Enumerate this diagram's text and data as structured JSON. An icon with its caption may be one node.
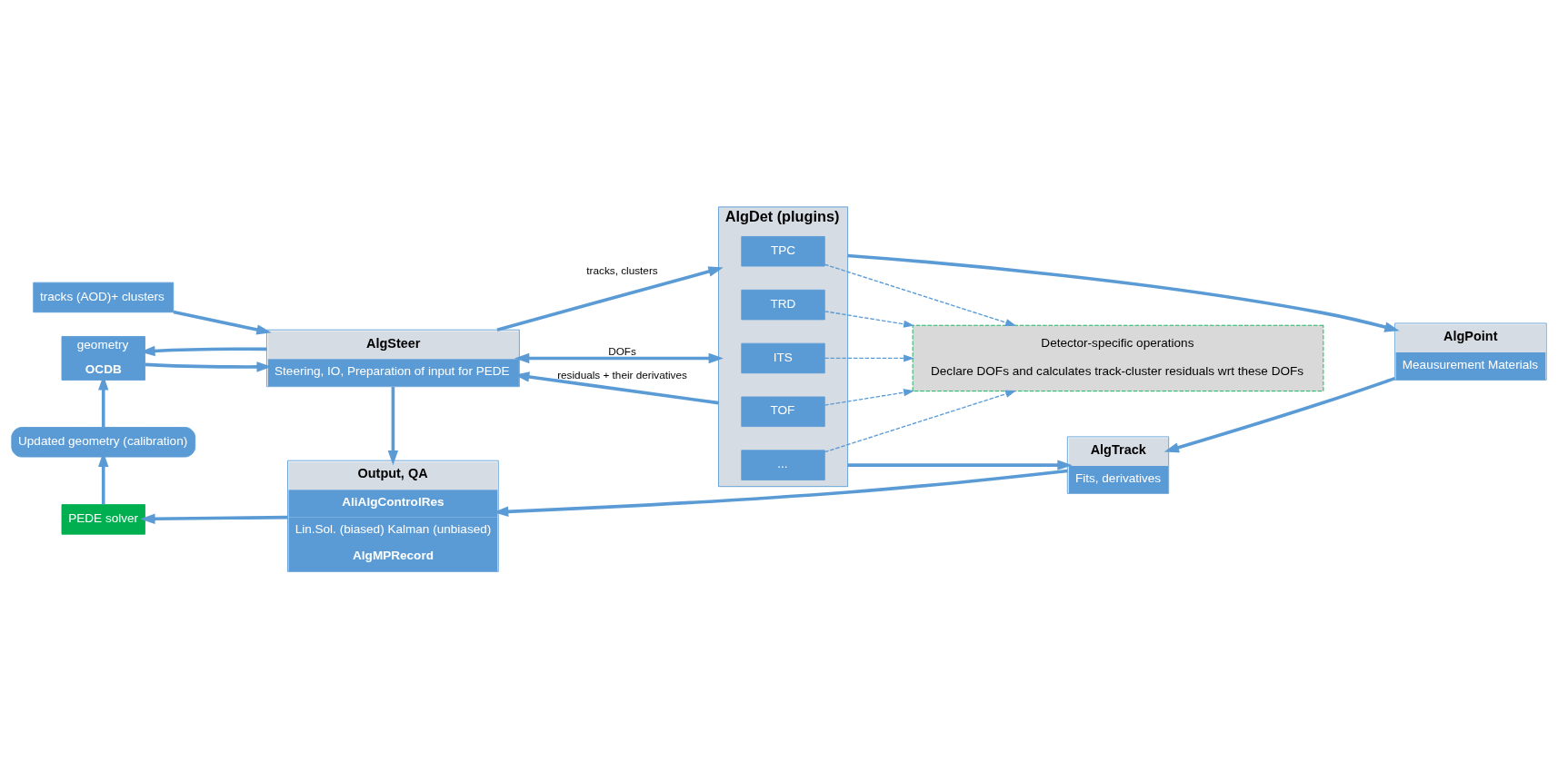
{
  "diagram": {
    "nodes": [
      {
        "text": [
          "tracks (AOD)+ clusters"
        ]
      },
      {
        "text": [
          "geometry",
          "OCDB"
        ]
      },
      {
        "text": [
          "AlgSteer",
          "Steering, IO, Preparation of input for PEDE"
        ]
      },
      {
        "text": [
          "AlgDet (plugins)"
        ]
      },
      {
        "text": [
          "ITS"
        ],
        "in": 3
      },
      {
        "text": [
          "TPC"
        ],
        "in": 3
      },
      {
        "text": [
          "TRD"
        ],
        "in": 3
      },
      {
        "text": [
          "TOF"
        ],
        "in": 3
      },
      {
        "text": [
          "..."
        ],
        "in": 3
      },
      {
        "text": [
          "Detector-specific operations",
          "Declare DOFs and calculates track-cluster residuals wrt these DOFs"
        ]
      },
      {
        "text": [
          "Updated geometry (calibration)"
        ]
      },
      {
        "text": [
          "Output, QA",
          "AliAlgControlRes",
          "Lin.Sol. (biased) Kalman (unbiased)",
          "AlgMPRecord"
        ]
      },
      {
        "text": [
          "AlgTrack",
          "Fits, derivatives"
        ]
      },
      {
        "text": [
          "AlgPoint",
          "Meausurement Materials"
        ]
      },
      {
        "text": [
          "PEDE solver"
        ]
      }
    ],
    "edges": [
      {
        "from": 0,
        "to": 2,
        "arrow": "to"
      },
      {
        "from": 1,
        "to": 2,
        "arrow": "to"
      },
      {
        "from": 2,
        "to": 1,
        "arrow": "to"
      },
      {
        "from": 2,
        "to": 3,
        "arrow": "both",
        "label": "DOFs"
      },
      {
        "from": 2,
        "to": 3,
        "arrow": "to",
        "label": "tracks, clusters"
      },
      {
        "from": 3,
        "to": 2,
        "arrow": "to",
        "label": "residuals + their derivatives"
      },
      {
        "from": 4,
        "to": 9,
        "arrow": "to",
        "style": "dashed"
      },
      {
        "from": 5,
        "to": 9,
        "arrow": "to",
        "style": "dashed"
      },
      {
        "from": 6,
        "to": 9,
        "arrow": "to",
        "style": "dashed"
      },
      {
        "from": 7,
        "to": 9,
        "arrow": "to",
        "style": "dashed"
      },
      {
        "from": 8,
        "to": 9,
        "arrow": "to",
        "style": "dashed"
      },
      {
        "from": 2,
        "to": 11,
        "arrow": "to"
      },
      {
        "from": 3,
        "to": 12,
        "arrow": "to"
      },
      {
        "from": 3,
        "to": 13,
        "arrow": "to"
      },
      {
        "from": 12,
        "to": 11,
        "arrow": "to"
      },
      {
        "from": 13,
        "to": 12,
        "arrow": "to"
      },
      {
        "from": 11,
        "to": 14,
        "arrow": "to"
      },
      {
        "from": 14,
        "to": 10,
        "arrow": "to"
      },
      {
        "from": 10,
        "to": 1,
        "arrow": "to"
      }
    ]
  }
}
